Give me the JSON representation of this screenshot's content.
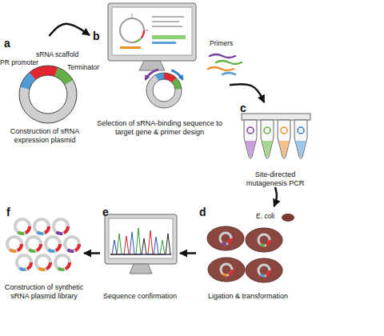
{
  "diagram": {
    "nodes": [
      {
        "text": [
          "a",
          "Construction of sRNA expression plasmid"
        ]
      },
      {
        "text": [
          "b",
          "Selection of sRNA-binding sequence to target gene & primer design"
        ]
      },
      {
        "text": [
          "c",
          "Site-directed mutagenesis PCR"
        ]
      },
      {
        "text": [
          "d",
          "Ligation & transformation"
        ]
      },
      {
        "text": [
          "e",
          "Sequence confirmation"
        ]
      },
      {
        "text": [
          "f",
          "Construction of synthetic sRNA plasmid library"
        ]
      }
    ],
    "edges": [
      {
        "from": 0,
        "to": 1,
        "arrow": "to"
      },
      {
        "from": 1,
        "to": 2,
        "arrow": "to"
      },
      {
        "from": 2,
        "to": 3,
        "arrow": "to"
      },
      {
        "from": 3,
        "to": 4,
        "arrow": "to"
      },
      {
        "from": 4,
        "to": 5,
        "arrow": "to"
      }
    ],
    "labels": [
      "sRNA scaffold",
      "PR promoter",
      "Terminator",
      "Primers",
      "E. coli"
    ]
  }
}
